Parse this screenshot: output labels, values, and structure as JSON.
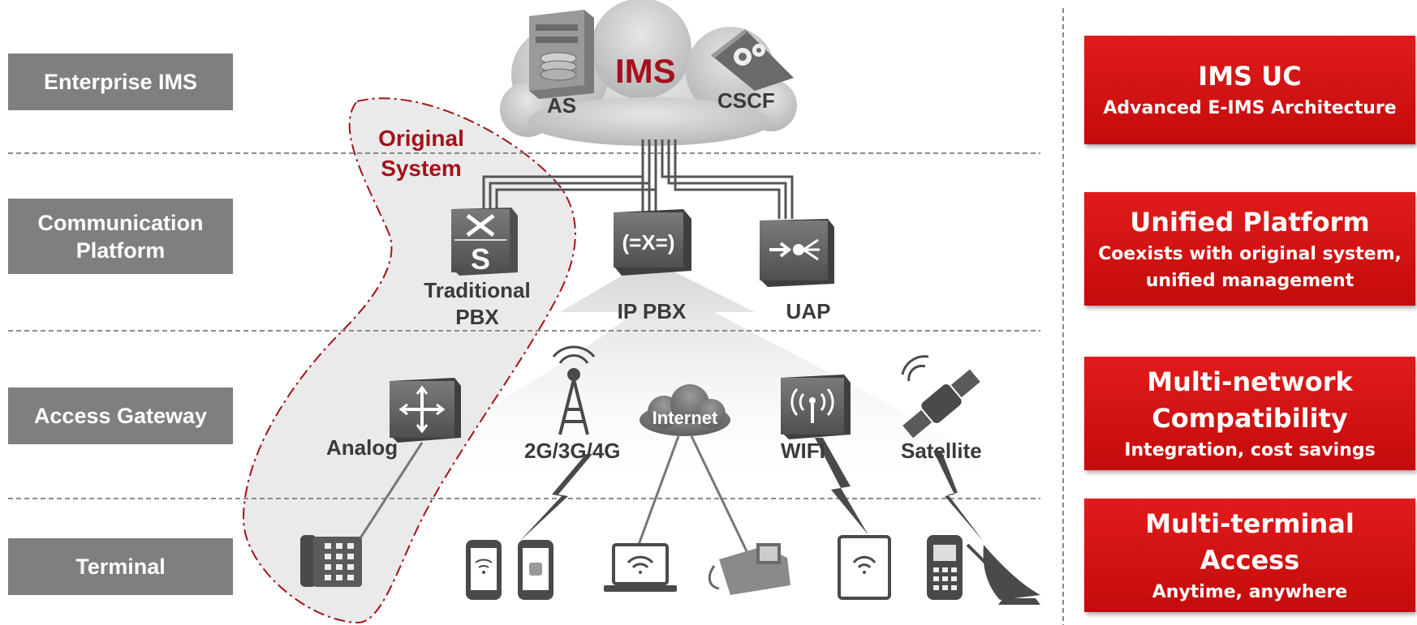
{
  "layers": {
    "enterprise_ims": "Enterprise IMS",
    "communication_platform": "Communication Platform",
    "access_gateway": "Access Gateway",
    "terminal": "Terminal"
  },
  "ims_cloud": {
    "title": "IMS",
    "as": "AS",
    "cscf": "CSCF"
  },
  "original_system": "Original System",
  "nodes": {
    "traditional_pbx": "Traditional PBX",
    "ip_pbx": "IP PBX",
    "uap": "UAP",
    "analog": "Analog",
    "cellular": "2G/3G/4G",
    "internet": "Internet",
    "wifi": "WIFI",
    "satellite": "Satellite"
  },
  "cards": [
    {
      "title": "IMS UC",
      "subtitle": "Advanced E-IMS Architecture"
    },
    {
      "title": "Unified Platform",
      "subtitle": "Coexists with original system, unified management"
    },
    {
      "title": "Multi-network Compatibility",
      "subtitle": "Integration, cost savings"
    },
    {
      "title": "Multi-terminal Access",
      "subtitle": "Anytime, anywhere"
    }
  ],
  "colors": {
    "accent_red": "#d00f0f",
    "dark_red": "#a3121b",
    "label_gray": "#7f7f7f",
    "icon_gray": "#5f5f5f"
  }
}
